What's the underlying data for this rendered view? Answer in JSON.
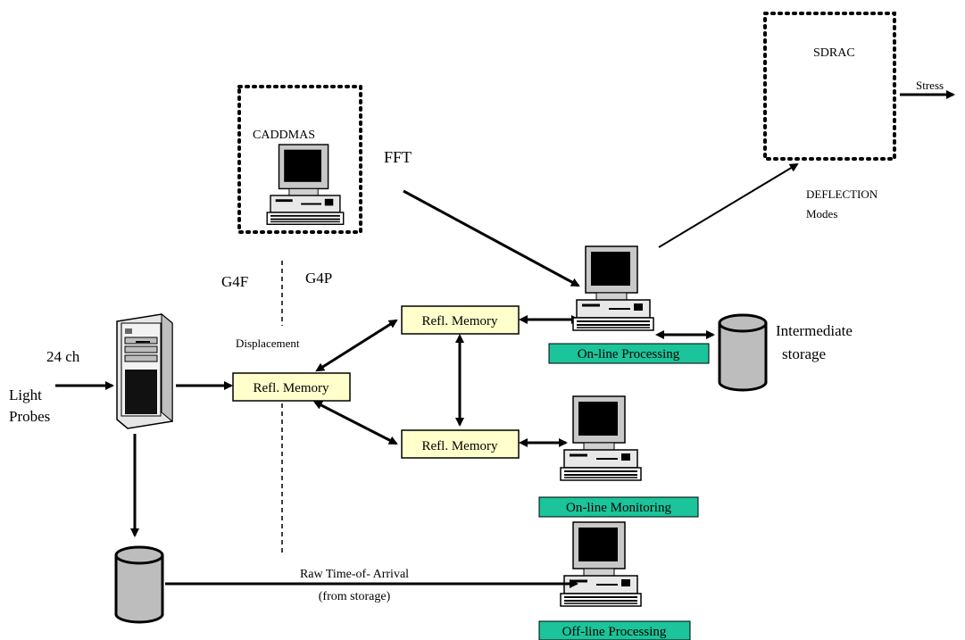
{
  "boxes": {
    "caddmas": "CADDMAS",
    "sdrac": "SDRAC"
  },
  "labels": {
    "fft": "FFT",
    "stress": "Stress",
    "deflection": "DEFLECTION",
    "modes": "Modes",
    "g4f": "G4F",
    "g4p": "G4P",
    "displacement": "Displacement",
    "ch24": "24 ch",
    "light": "Light",
    "probes": "Probes",
    "intermediate": "Intermediate",
    "storage": "storage",
    "raw_toa": "Raw Time-of- Arrival",
    "from_storage": "(from storage)"
  },
  "memory": {
    "top": "Refl. Memory",
    "left": "Refl. Memory",
    "bottom": "Refl. Memory"
  },
  "processing": {
    "online_processing": "On-line Processing",
    "online_monitoring": "On-line Monitoring",
    "offline_processing": "Off-line Processing"
  },
  "colors": {
    "memory_fill": "#ffffcc",
    "status_fill": "#1bc49a",
    "monitor_fill": "#c0c0c0",
    "disk_fill": "#bdbdbd"
  }
}
